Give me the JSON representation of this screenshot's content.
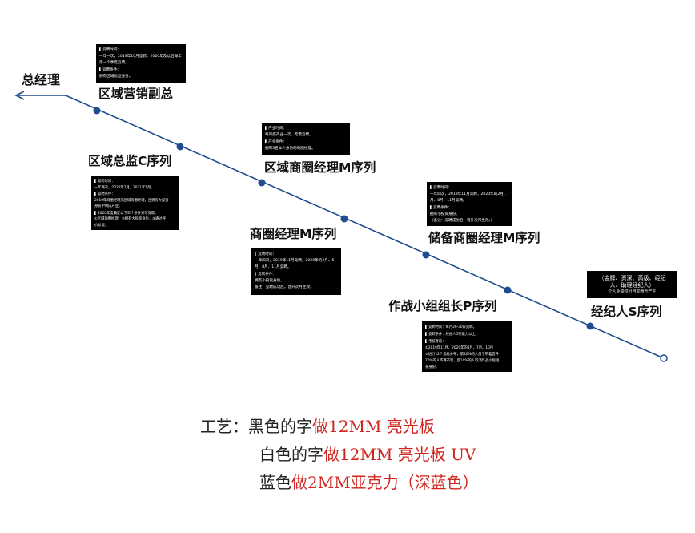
{
  "colors": {
    "line": "#1f4d8f",
    "dot": "#1f4d8f",
    "box": "#000000",
    "note_red": "#d0251f"
  },
  "arrow_label": "总经理",
  "levels": [
    {
      "title": "区域营销副总",
      "info": [
        "竞聘时间：",
        "一年一次，2019年10月竞聘，2020年及以后每年",
        "第一个季度竞聘。",
        "竞聘条件：",
        "拥有区域总监身份。"
      ]
    },
    {
      "title": "区域总监C序列",
      "info": [
        "竞聘时间：",
        "一年两次，2020年7月，2021年1月。",
        "竞聘条件：",
        "2019年商圈经理或区域商圈经理，且拥有大投资",
        "身份申请成产业。",
        "2020年度满足以下三个条件方可竞聘：",
        "①区域商圈经理；②拥有大投资身份；③通过评",
        "价认证。"
      ]
    },
    {
      "title": "区域商圈经理M序列",
      "info": [
        "产业时间：",
        "每月底产业一次，无需竞聘。",
        "产业条件：",
        "拥有3名本人身份的商圈经理。"
      ]
    },
    {
      "title": "商圈经理M序列",
      "info": [
        "竞聘时间：",
        "一年四次，2019年11月竞聘，2020年的2月、5",
        "月、8月、11月竞聘。",
        "竞聘条件：",
        "拥有小投资身份。",
        "备注：竞聘成功后，晋升次月生效。"
      ]
    },
    {
      "title": "储备商圈经理M序列",
      "info": [
        "竞聘时间：",
        "一年四次，2019年11月竞聘，2020年的2月、5",
        "月、8月、11月竞聘。",
        "竞聘条件：",
        "拥有小投资身份。",
        "（备注：竞聘成功后，晋升次月生效。）"
      ]
    },
    {
      "title": "作战小组组长P序列",
      "info": [
        "竞聘时间：每月26-30日竞聘。",
        "竞聘条件：经纪人5项能力以上。",
        "考核考核：",
        "①2019年11月、2020年的4月、7月、10月",
        "②进行12个指标分布，前30%的人员予带着晋升",
        "70%的人不算不罚，后10%的人取消作战小组组",
        "长身份。"
      ]
    },
    {
      "title": "经纪人S序列",
      "info": [
        "（金牌、资深、高级、经纪",
        "人、助理经纪人）",
        "个人业绩积分自动晋升产生"
      ]
    }
  ],
  "notes": {
    "l1_prefix": "工艺：黑色的字",
    "l1_red": "做12MM 亮光板",
    "l2_prefix": "白色的字",
    "l2_red": "做12MM 亮光板 UV",
    "l3_prefix": "蓝色",
    "l3_red": "做2MM亚克力（深蓝色）"
  }
}
